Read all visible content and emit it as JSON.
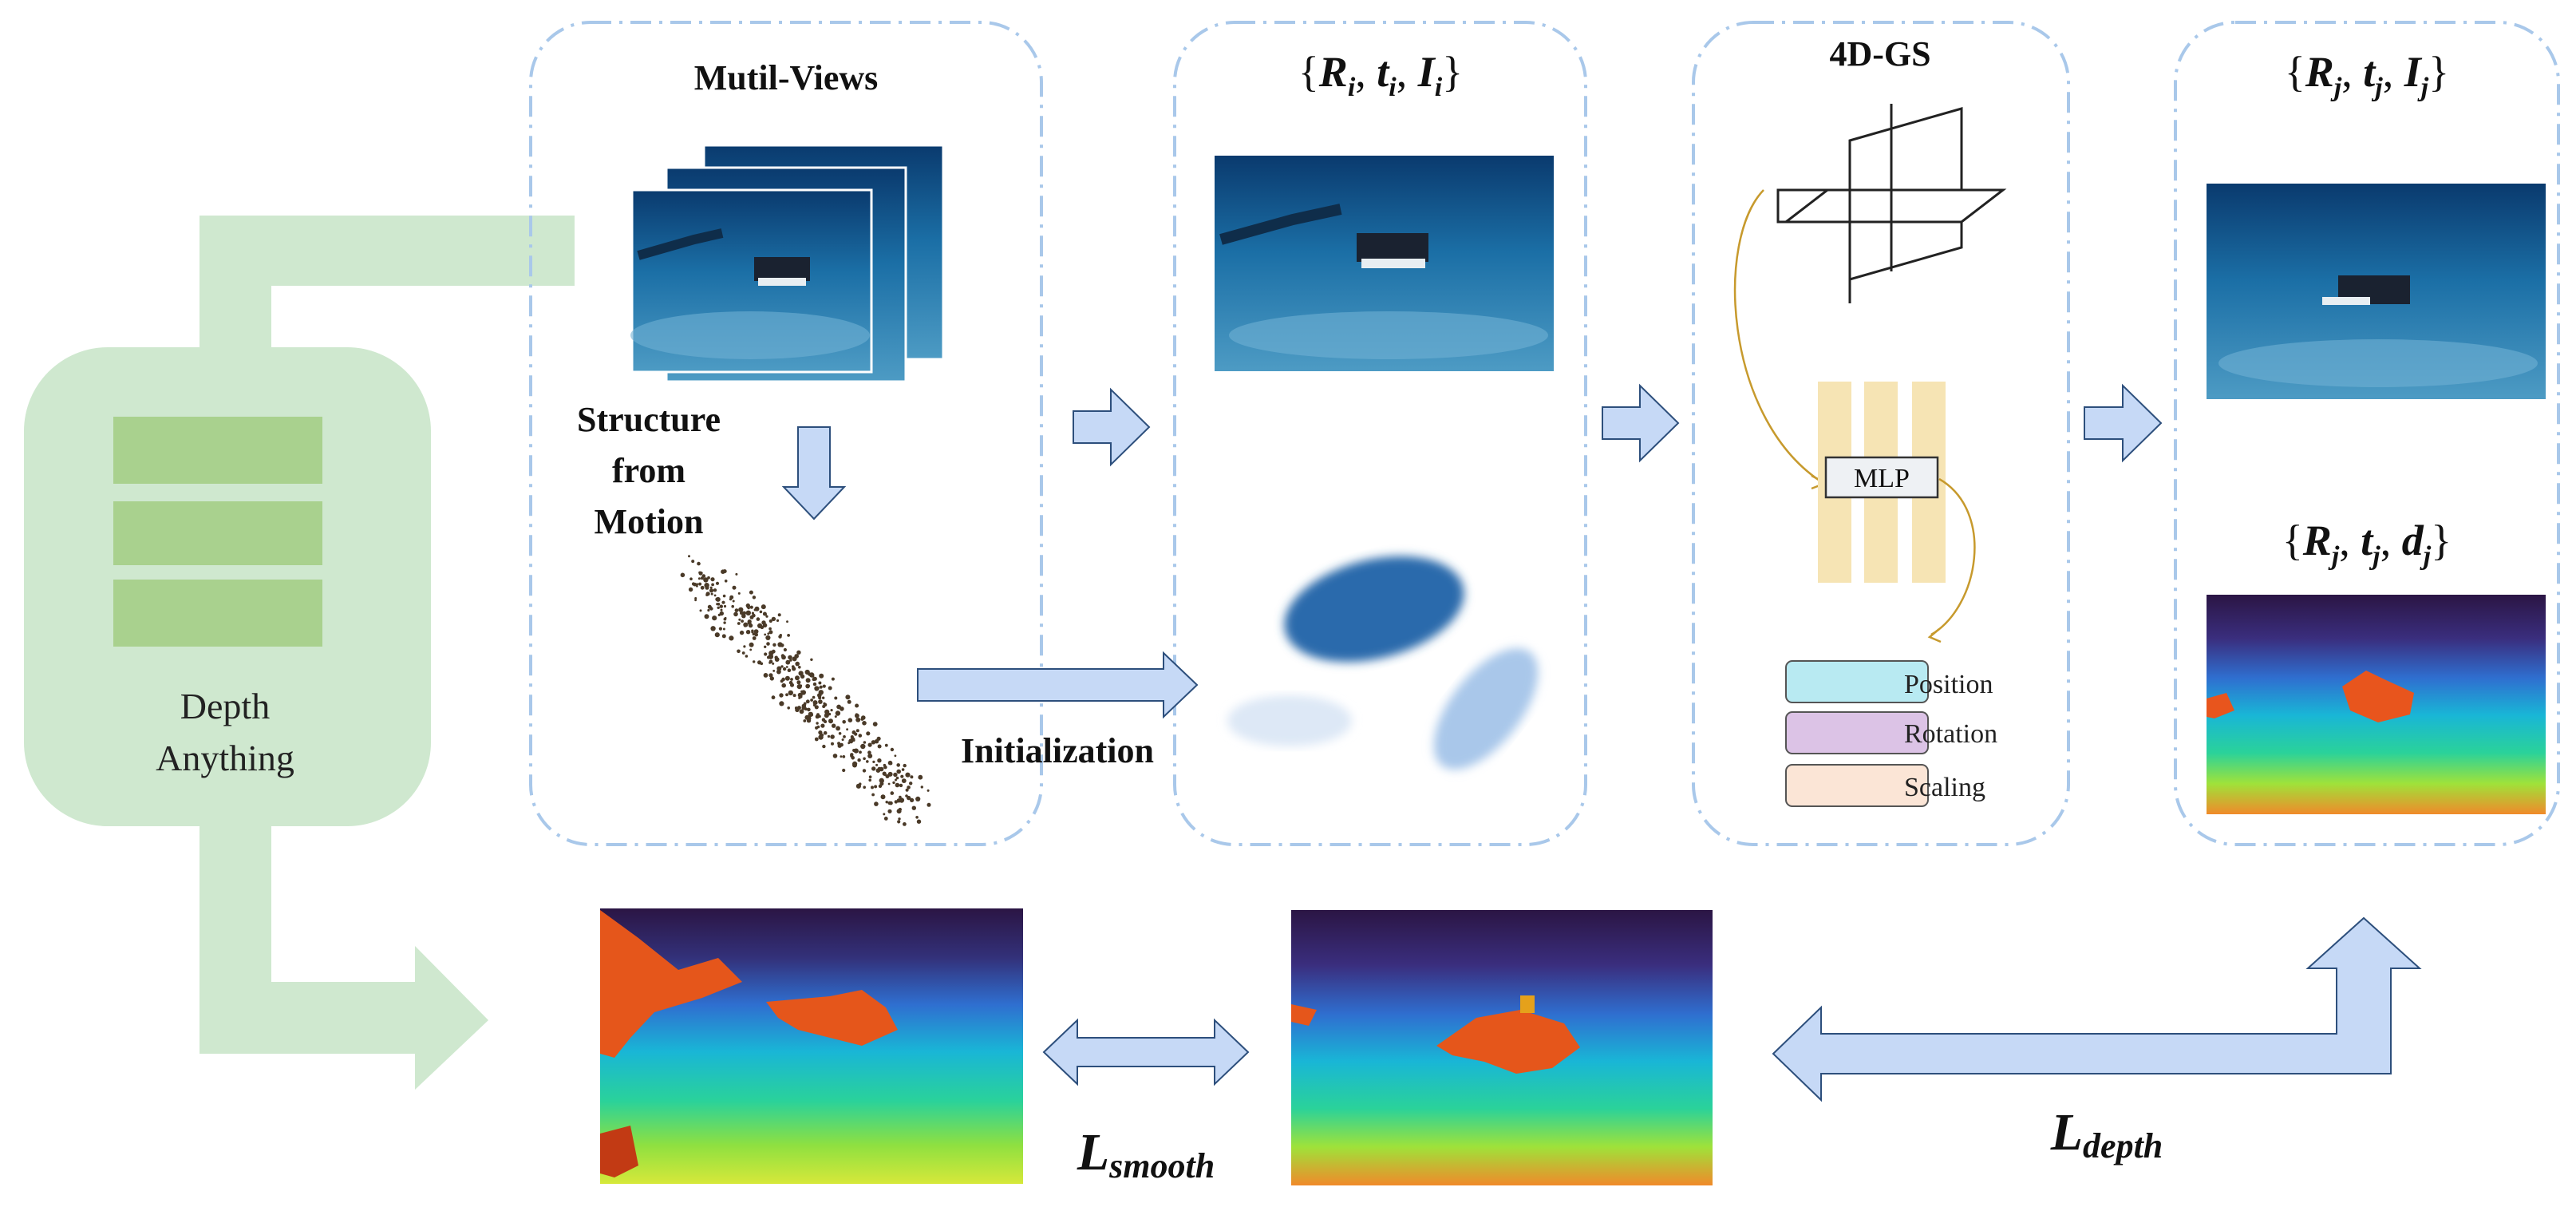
{
  "diagram": {
    "depth_model": {
      "line1": "Depth",
      "line2": "Anything"
    },
    "multiview": {
      "title": "Mutil-Views",
      "sfm_line1": "Structure",
      "sfm_line2": "from",
      "sfm_line3": "Motion"
    },
    "initialization": {
      "label": "Initialization"
    },
    "train_views": {
      "title": "{R_i, t_i, I_i}",
      "sym_R": "R",
      "sym_t": "t",
      "sym_I": "I",
      "sub": "i"
    },
    "gs4d": {
      "title": "4D-GS",
      "mlp": "MLP",
      "legend": [
        {
          "label": "Position",
          "color": "#b8eaf2"
        },
        {
          "label": "Rotation",
          "color": "#dcc3e6"
        },
        {
          "label": "Scaling",
          "color": "#fbe5d6"
        }
      ]
    },
    "render": {
      "title_image": "{R_j, t_j, I_j}",
      "title_depth": "{R_j, t_j, d_j}",
      "sym_R": "R",
      "sym_t": "t",
      "sym_I": "I",
      "sym_d": "d",
      "sub": "j"
    },
    "losses": {
      "smooth": {
        "main": "L",
        "sub": "smooth"
      },
      "depth": {
        "main": "L",
        "sub": "depth"
      }
    }
  },
  "colors": {
    "green_light": "#cfe8cf",
    "green_dark": "#a9d18e",
    "arrow_blue": "#c6d9f6",
    "dash_border": "#a9c8ea",
    "mlp_column": "#f6e4b4",
    "curve_gold": "#c79a2d"
  }
}
